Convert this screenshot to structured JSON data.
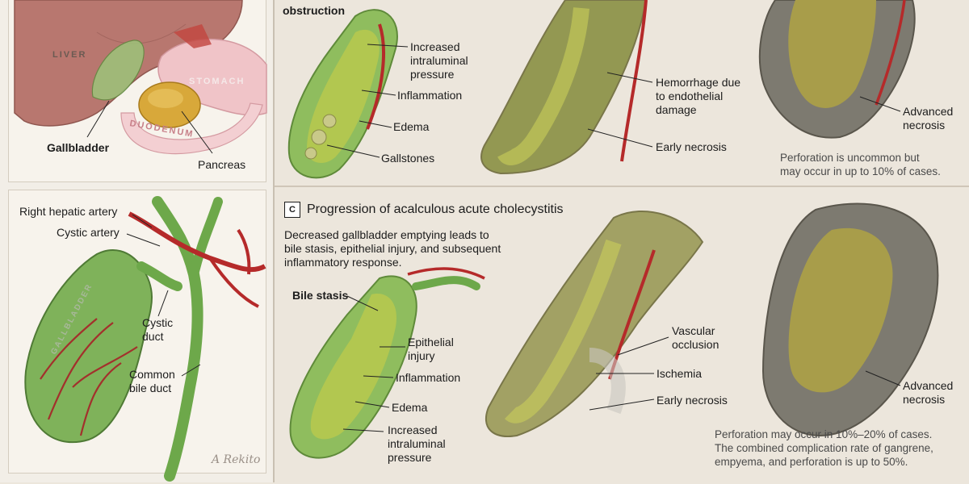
{
  "left_top": {
    "liver": "LIVER",
    "stomach": "STOMACH",
    "duodenum": "DUODENUM",
    "gallbladder": "Gallbladder",
    "pancreas": "Pancreas"
  },
  "left_bottom": {
    "right_hepatic_artery": "Right hepatic artery",
    "cystic_artery": "Cystic artery",
    "gallbladder_vertical": "GALLBLADDER",
    "cystic_duct": "Cystic\nduct",
    "common_bile_duct": "Common\nbile duct",
    "signature": "A Rekito"
  },
  "section_b": {
    "heading_fragment": "obstruction",
    "labels": {
      "increased_pressure": "Increased\nintraluminal\npressure",
      "inflammation": "Inflammation",
      "edema": "Edema",
      "gallstones": "Gallstones",
      "hemorrhage": "Hemorrhage due\nto endothelial\ndamage",
      "early_necrosis": "Early necrosis",
      "advanced_necrosis": "Advanced\nnecrosis"
    },
    "caption": "Perforation is uncommon but\nmay occur in up to 10% of cases."
  },
  "section_c": {
    "letter": "C",
    "title": "Progression of acalculous acute cholecystitis",
    "description": "Decreased gallbladder emptying leads to\nbile stasis, epithelial injury, and subsequent\ninflammatory response.",
    "labels": {
      "bile_stasis": "Bile stasis",
      "epithelial_injury": "Epithelial\ninjury",
      "inflammation": "Inflammation",
      "edema": "Edema",
      "increased_pressure": "Increased\nintraluminal\npressure",
      "vascular_occlusion": "Vascular\nocclusion",
      "ischemia": "Ischemia",
      "early_necrosis": "Early necrosis",
      "advanced_necrosis": "Advanced\nnecrosis"
    },
    "caption": "Perforation may occur in 10%–20% of cases.\nThe combined complication rate of gangrene,\nempyema, and perforation is up to 50%."
  },
  "colors": {
    "liver": "#b8776f",
    "stomach": "#f0c4c8",
    "gallbladder_green": "#7fb25a",
    "bile": "#8f9a2c",
    "artery": "#b52a2a",
    "necrosis_gray": "#7f7a70"
  }
}
